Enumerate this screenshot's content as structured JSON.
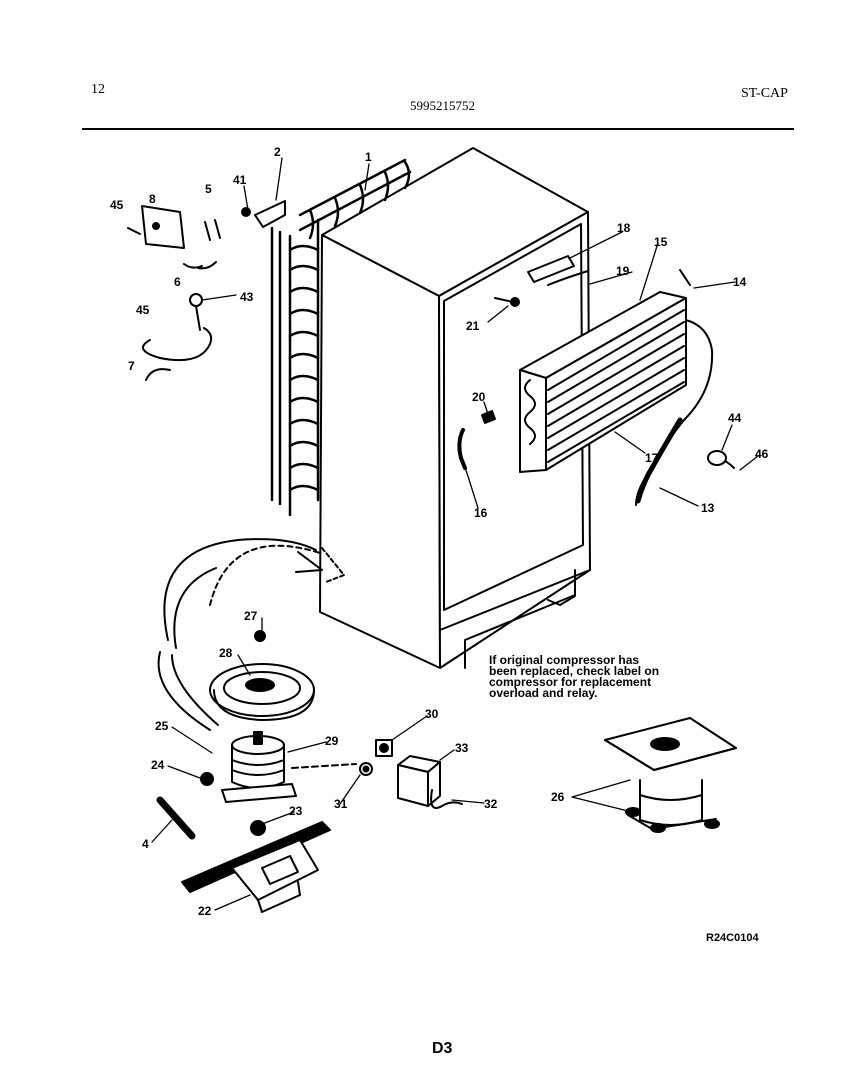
{
  "header": {
    "page_number": "12",
    "part_number": "5995215752",
    "model_code": "ST-CAP"
  },
  "note": [
    "If original compressor has",
    "been replaced, check label on",
    "compressor for replacement",
    "overload and relay."
  ],
  "figure_code": "R24C0104",
  "page_label": "D3",
  "callouts": {
    "c1": "1",
    "c2": "2",
    "c4": "4",
    "c5": "5",
    "c6": "6",
    "c7": "7",
    "c8": "8",
    "c13": "13",
    "c14": "14",
    "c15": "15",
    "c16": "16",
    "c17": "17",
    "c18": "18",
    "c19": "19",
    "c20": "20",
    "c21": "21",
    "c22": "22",
    "c23": "23",
    "c24": "24",
    "c25": "25",
    "c26": "26",
    "c27": "27",
    "c28": "28",
    "c29": "29",
    "c30": "30",
    "c31": "31",
    "c32": "32",
    "c33": "33",
    "c41": "41",
    "c43": "43",
    "c44": "44",
    "c45": "45",
    "c46": "46"
  }
}
